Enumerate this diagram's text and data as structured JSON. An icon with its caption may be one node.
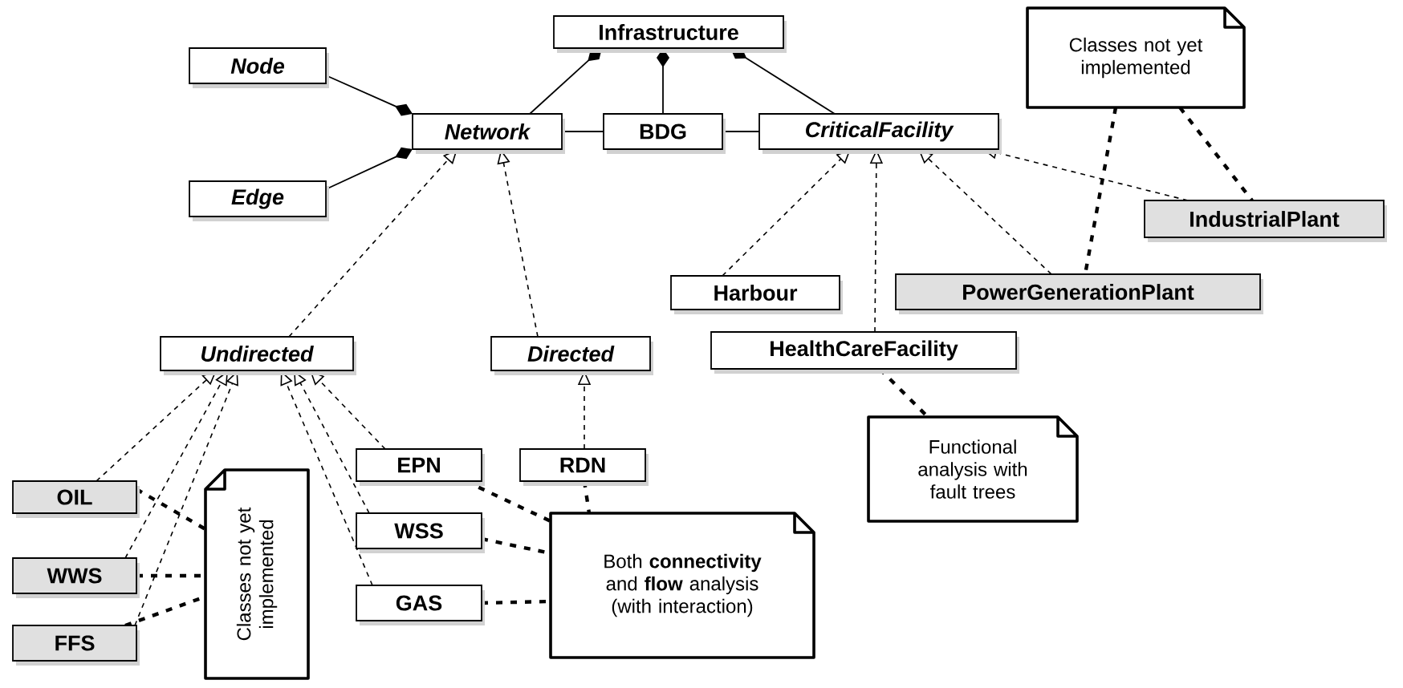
{
  "diagram": {
    "nodes": [
      {
        "text": [
          "Infrastructure"
        ]
      },
      {
        "text": [
          "Node"
        ]
      },
      {
        "text": [
          "Edge"
        ]
      },
      {
        "text": [
          "Network"
        ]
      },
      {
        "text": [
          "BDG"
        ]
      },
      {
        "text": [
          "CriticalFacility"
        ]
      },
      {
        "text": [
          "Classes not yet implemented"
        ]
      },
      {
        "text": [
          "IndustrialPlant"
        ]
      },
      {
        "text": [
          "Harbour"
        ]
      },
      {
        "text": [
          "PowerGenerationPlant"
        ]
      },
      {
        "text": [
          "Undirected"
        ]
      },
      {
        "text": [
          "Directed"
        ]
      },
      {
        "text": [
          "HealthCareFacility"
        ]
      },
      {
        "text": [
          "Functional analysis with fault trees"
        ]
      },
      {
        "text": [
          "EPN"
        ]
      },
      {
        "text": [
          "RDN"
        ]
      },
      {
        "text": [
          "OIL"
        ]
      },
      {
        "text": [
          "Classes not yet implemented"
        ]
      },
      {
        "text": [
          "WSS"
        ]
      },
      {
        "text": [
          "Both **connectivity** and **flow** analysis (with interaction)"
        ]
      },
      {
        "text": [
          "WWS"
        ]
      },
      {
        "text": [
          "GAS"
        ]
      },
      {
        "text": [
          "FFS"
        ]
      }
    ],
    "edges": [
      {
        "from": 3,
        "to": 0,
        "arrow": "other"
      },
      {
        "from": 4,
        "to": 0,
        "arrow": "other"
      },
      {
        "from": 5,
        "to": 0,
        "arrow": "other"
      },
      {
        "from": 1,
        "to": 3,
        "arrow": "other"
      },
      {
        "from": 2,
        "to": 3,
        "arrow": "other"
      },
      {
        "from": 3,
        "to": 4,
        "arrow": "none"
      },
      {
        "from": 4,
        "to": 5,
        "arrow": "none"
      },
      {
        "from": 10,
        "to": 3,
        "arrow": "to",
        "style": "dashed"
      },
      {
        "from": 11,
        "to": 3,
        "arrow": "to",
        "style": "dashed"
      },
      {
        "from": 8,
        "to": 5,
        "arrow": "to",
        "style": "dashed"
      },
      {
        "from": 12,
        "to": 5,
        "arrow": "to",
        "style": "dashed"
      },
      {
        "from": 9,
        "to": 5,
        "arrow": "to",
        "style": "dashed"
      },
      {
        "from": 7,
        "to": 5,
        "arrow": "to",
        "style": "dashed"
      },
      {
        "from": 16,
        "to": 10,
        "arrow": "to",
        "style": "dashed"
      },
      {
        "from": 20,
        "to": 10,
        "arrow": "to",
        "style": "dashed"
      },
      {
        "from": 22,
        "to": 10,
        "arrow": "to",
        "style": "dashed"
      },
      {
        "from": 14,
        "to": 10,
        "arrow": "to",
        "style": "dashed"
      },
      {
        "from": 18,
        "to": 10,
        "arrow": "to",
        "style": "dashed"
      },
      {
        "from": 21,
        "to": 10,
        "arrow": "to",
        "style": "dashed"
      },
      {
        "from": 15,
        "to": 11,
        "arrow": "to",
        "style": "dashed"
      },
      {
        "from": 6,
        "to": 9,
        "arrow": "none",
        "style": "dashed"
      },
      {
        "from": 6,
        "to": 7,
        "arrow": "none",
        "style": "dashed"
      },
      {
        "from": 12,
        "to": 13,
        "arrow": "none",
        "style": "dashed"
      },
      {
        "from": 16,
        "to": 17,
        "arrow": "none",
        "style": "dashed"
      },
      {
        "from": 20,
        "to": 17,
        "arrow": "none",
        "style": "dashed"
      },
      {
        "from": 22,
        "to": 17,
        "arrow": "none",
        "style": "dashed"
      },
      {
        "from": 14,
        "to": 19,
        "arrow": "none",
        "style": "dashed"
      },
      {
        "from": 15,
        "to": 19,
        "arrow": "none",
        "style": "dashed"
      },
      {
        "from": 18,
        "to": 19,
        "arrow": "none",
        "style": "dashed"
      },
      {
        "from": 21,
        "to": 19,
        "arrow": "none",
        "style": "dashed"
      }
    ]
  }
}
